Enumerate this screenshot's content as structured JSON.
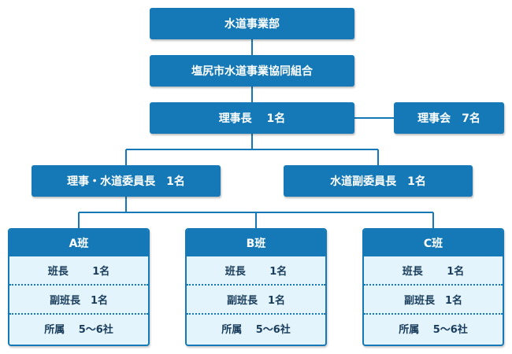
{
  "org": {
    "top": "水道事業部",
    "association": "塩尻市水道事業協同組合",
    "chairman": "理事長　 1名",
    "board": "理事会　7名",
    "director_water": "理事・水道委員長　1名",
    "vice_water": "水道副委員長　1名"
  },
  "groups": [
    {
      "title": "A班",
      "rows": [
        "班長　　 1名",
        "副班長　1名",
        "所属　 5～6社"
      ]
    },
    {
      "title": "B班",
      "rows": [
        "班長　　 1名",
        "副班長　1名",
        "所属　 5～6社"
      ]
    },
    {
      "title": "C班",
      "rows": [
        "班長　　 1名",
        "副班長　1名",
        "所属　 5～6社"
      ]
    }
  ],
  "colors": {
    "box": "#1479b6",
    "group_bg": "#e3f4fc",
    "connector": "#1479b6",
    "row_text": "#1a3d5c"
  }
}
